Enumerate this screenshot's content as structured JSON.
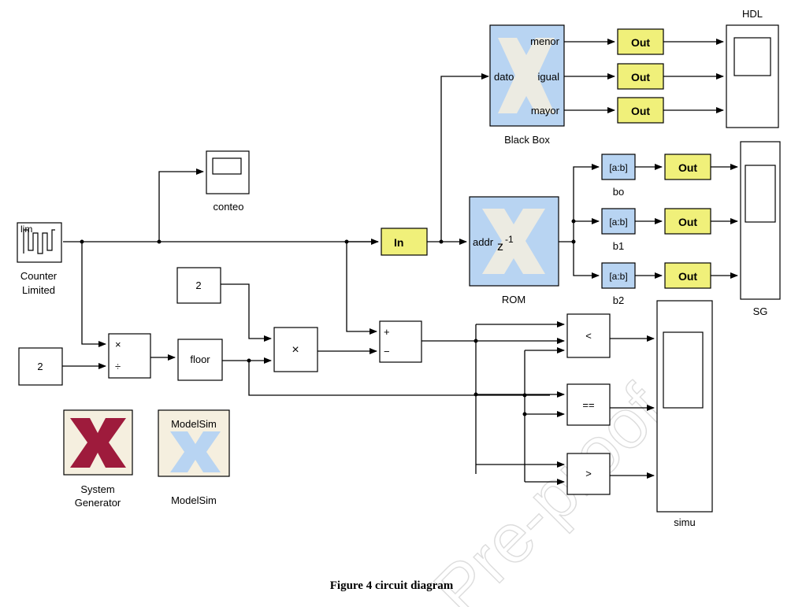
{
  "watermark": "Pre-proof",
  "caption": "Figure 4 circuit diagram",
  "blocks": {
    "counter": {
      "label_line1": "Counter",
      "label_line2": "Limited",
      "icon_text": "lim"
    },
    "conteo": {
      "label": "conteo"
    },
    "const_2_top": {
      "value": "2"
    },
    "const_2_left": {
      "value": "2"
    },
    "divide": {
      "sym_mul": "×",
      "sym_div": "÷"
    },
    "floor": {
      "label": "floor"
    },
    "multiply": {
      "sym": "×"
    },
    "subtract": {
      "plus": "+",
      "minus": "−"
    },
    "in_gateway": {
      "label": "In"
    },
    "rom": {
      "port": "addr",
      "z": "z",
      "exp": "-1",
      "label": "ROM"
    },
    "black_box": {
      "in_port": "dato",
      "out_menor": "menor",
      "out_igual": "igual",
      "out_mayor": "mayor",
      "label": "Black Box"
    },
    "out_bb": [
      "Out",
      "Out",
      "Out"
    ],
    "scope_hdl": {
      "label": "HDL"
    },
    "slices": [
      {
        "text": "[a:b]",
        "label": "bo"
      },
      {
        "text": "[a:b]",
        "label": "b1"
      },
      {
        "text": "[a:b]",
        "label": "b2"
      }
    ],
    "out_rom": [
      "Out",
      "Out",
      "Out"
    ],
    "scope_sg": {
      "label": "SG"
    },
    "rel_lt": {
      "sym": "<"
    },
    "rel_eq": {
      "sym": "=="
    },
    "rel_gt": {
      "sym": ">"
    },
    "scope_simu": {
      "label": "simu"
    },
    "sysgen": {
      "line1": "System",
      "line2": "Generator"
    },
    "modelsim": {
      "top": "ModelSim",
      "label": "ModelSim"
    }
  },
  "colors": {
    "xilinx_blue": "#b8d4f2",
    "gateway_yellow": "#f0f07a",
    "sysgen_red": "#9e1b3c",
    "cream": "#f5efdf"
  }
}
